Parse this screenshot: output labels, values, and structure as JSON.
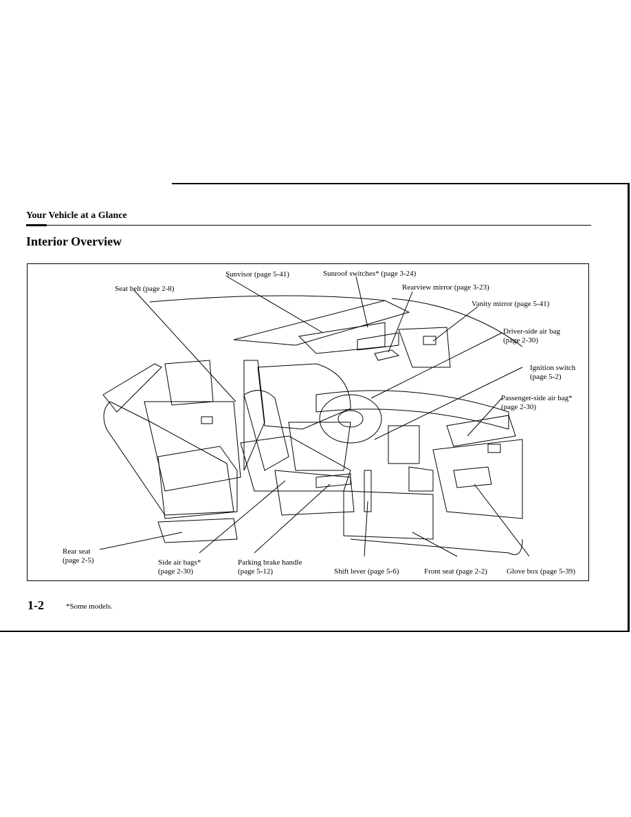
{
  "header": {
    "section": "Your Vehicle at a Glance",
    "title": "Interior Overview"
  },
  "callouts": {
    "sunvisor": "Sunvisor (page 5-41)",
    "sunroof_switches": "Sunroof switches* (page 3-24)",
    "seat_belt": "Seat belt (page 2-8)",
    "rearview_mirror": "Rearview mirror (page 3-23)",
    "vanity_mirror": "Vanity mirror (page 5-41)",
    "driver_air_bag_1": "Driver-side air bag",
    "driver_air_bag_2": "(page 2-30)",
    "ignition_switch_1": "Ignition switch",
    "ignition_switch_2": "(page 5-2)",
    "passenger_air_bag_1": "Passenger-side air bag*",
    "passenger_air_bag_2": "(page 2-30)",
    "rear_seat_1": "Rear seat",
    "rear_seat_2": "(page 2-5)",
    "side_air_bags_1": "Side air bags*",
    "side_air_bags_2": "(page 2-30)",
    "parking_brake_1": "Parking brake handle",
    "parking_brake_2": "(page 5-12)",
    "shift_lever": "Shift lever (page 5-6)",
    "front_seat": "Front seat (page 2-2)",
    "glove_box": "Glove box (page 5-39)"
  },
  "footer": {
    "page_number": "1-2",
    "footnote": "*Some models."
  }
}
